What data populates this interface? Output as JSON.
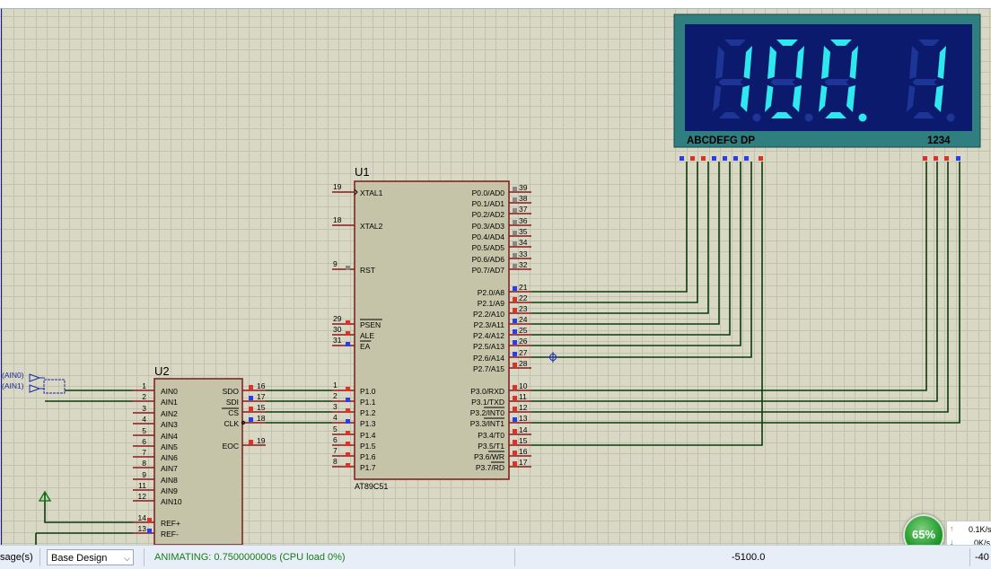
{
  "schematic": {
    "mcu": {
      "ref": "U1",
      "part": "AT89C51",
      "left_pins": [
        {
          "num": "19",
          "name": "XTAL1",
          "overbar": false
        },
        {
          "num": "18",
          "name": "XTAL2",
          "overbar": false
        },
        {
          "num": "9",
          "name": "RST",
          "overbar": false
        },
        {
          "num": "29",
          "name": "PSEN",
          "overbar": true
        },
        {
          "num": "30",
          "name": "ALE",
          "overbar": false
        },
        {
          "num": "31",
          "name": "EA",
          "overbar": true
        },
        {
          "num": "1",
          "name": "P1.0",
          "overbar": false
        },
        {
          "num": "2",
          "name": "P1.1",
          "overbar": false
        },
        {
          "num": "3",
          "name": "P1.2",
          "overbar": false
        },
        {
          "num": "4",
          "name": "P1.3",
          "overbar": false
        },
        {
          "num": "5",
          "name": "P1.4",
          "overbar": false
        },
        {
          "num": "6",
          "name": "P1.5",
          "overbar": false
        },
        {
          "num": "7",
          "name": "P1.6",
          "overbar": false
        },
        {
          "num": "8",
          "name": "P1.7",
          "overbar": false
        }
      ],
      "right_pins": [
        {
          "num": "39",
          "name": "P0.0/AD0"
        },
        {
          "num": "38",
          "name": "P0.1/AD1"
        },
        {
          "num": "37",
          "name": "P0.2/AD2"
        },
        {
          "num": "36",
          "name": "P0.3/AD3"
        },
        {
          "num": "35",
          "name": "P0.4/AD4"
        },
        {
          "num": "34",
          "name": "P0.5/AD5"
        },
        {
          "num": "33",
          "name": "P0.6/AD6"
        },
        {
          "num": "32",
          "name": "P0.7/AD7"
        },
        {
          "num": "21",
          "name": "P2.0/A8"
        },
        {
          "num": "22",
          "name": "P2.1/A9"
        },
        {
          "num": "23",
          "name": "P2.2/A10"
        },
        {
          "num": "24",
          "name": "P2.3/A11"
        },
        {
          "num": "25",
          "name": "P2.4/A12"
        },
        {
          "num": "26",
          "name": "P2.5/A13"
        },
        {
          "num": "27",
          "name": "P2.6/A14"
        },
        {
          "num": "28",
          "name": "P2.7/A15"
        },
        {
          "num": "10",
          "name": "P3.0/RXD"
        },
        {
          "num": "11",
          "name": "P3.1/TXD"
        },
        {
          "num": "12",
          "name": "P3.2/INT0"
        },
        {
          "num": "13",
          "name": "P3.3/INT1"
        },
        {
          "num": "14",
          "name": "P3.4/T0"
        },
        {
          "num": "15",
          "name": "P3.5/T1"
        },
        {
          "num": "16",
          "name": "P3.6/WR"
        },
        {
          "num": "17",
          "name": "P3.7/RD"
        }
      ]
    },
    "adc": {
      "ref": "U2",
      "left_pins": [
        {
          "num": "1",
          "name": "AIN0"
        },
        {
          "num": "2",
          "name": "AIN1"
        },
        {
          "num": "3",
          "name": "AIN2"
        },
        {
          "num": "4",
          "name": "AIN3"
        },
        {
          "num": "5",
          "name": "AIN4"
        },
        {
          "num": "6",
          "name": "AIN5"
        },
        {
          "num": "7",
          "name": "AIN6"
        },
        {
          "num": "8",
          "name": "AIN7"
        },
        {
          "num": "9",
          "name": "AIN8"
        },
        {
          "num": "11",
          "name": "AIN9"
        },
        {
          "num": "12",
          "name": "AIN10"
        },
        {
          "num": "14",
          "name": "REF+"
        },
        {
          "num": "13",
          "name": "REF-"
        }
      ],
      "right_pins": [
        {
          "num": "16",
          "name": "SDO"
        },
        {
          "num": "17",
          "name": "SDI"
        },
        {
          "num": "15",
          "name": "CS"
        },
        {
          "num": "18",
          "name": "CLK"
        },
        {
          "num": "19",
          "name": "EOC"
        }
      ]
    },
    "terminals": [
      "AIN0",
      "AIN1"
    ],
    "display": {
      "value": "100.1",
      "digit_chars": [
        "1",
        "0",
        "0",
        "1"
      ],
      "dp_after_index": 2,
      "segment_label": "ABCDEFG  DP",
      "digit_label": "1234",
      "colors": {
        "frame": "#2f7f80",
        "face": "#0c1a6e",
        "segment_on": "#2ee8f0",
        "segment_off": "#1d3596"
      }
    },
    "colors": {
      "wire": "#0a3c0a",
      "body": "#c5c4a8",
      "body_border": "#7a1a1a",
      "pin_line": "#8b1a1a",
      "grid_bg": "#d9d8c5",
      "grid_line": "#c3c2ac",
      "pin_low": "#2a3cf0",
      "pin_high": "#e0302a"
    }
  },
  "statusbar": {
    "messages_label": "sage(s)",
    "variant": "Base Design",
    "animation_status": "ANIMATING: 0.750000000s (CPU load 0%)",
    "coord_x": "-5100.0",
    "coord_y": "-40"
  },
  "netmon": {
    "cpu_percent": "65%",
    "upload": "0.1K/s",
    "download": "0K/s"
  }
}
